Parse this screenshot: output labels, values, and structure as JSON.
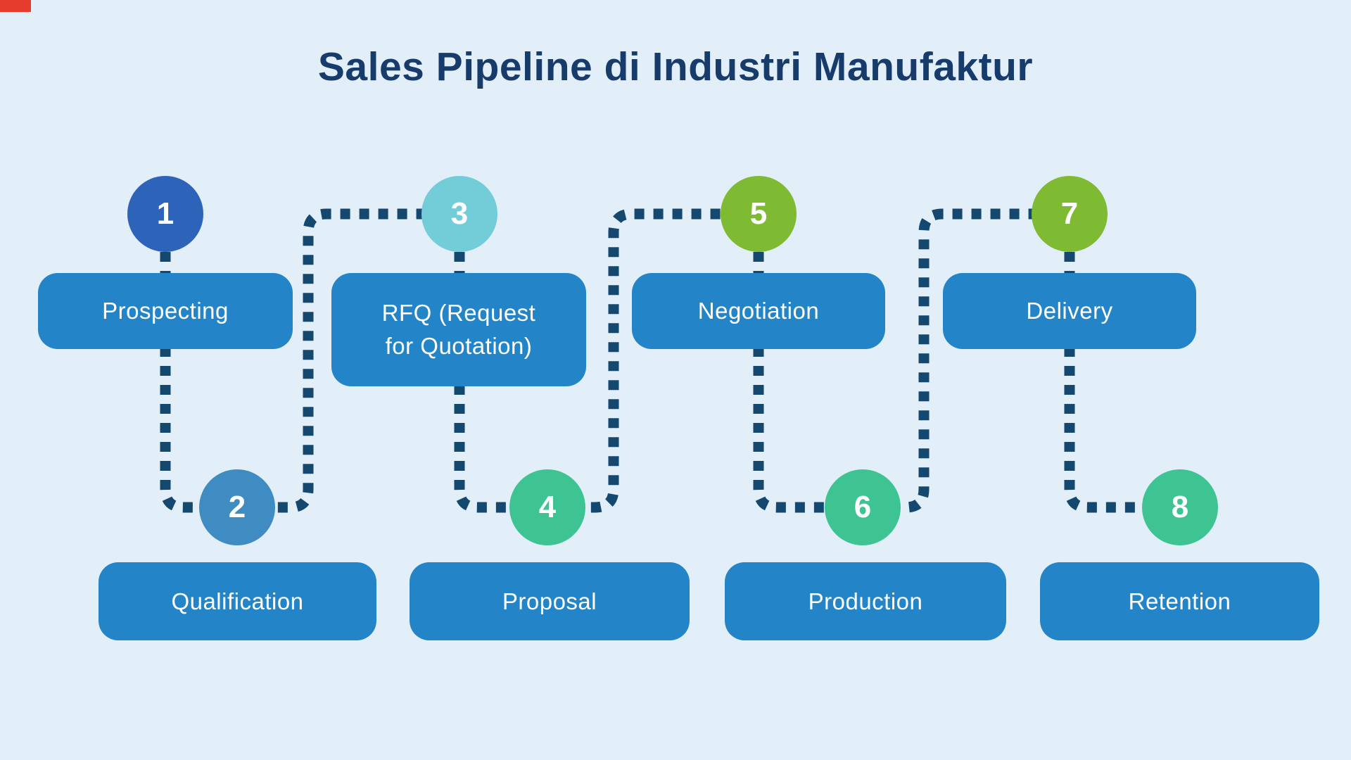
{
  "title": "Sales Pipeline di Industri Manufaktur",
  "colors": {
    "background": "#e2eef8",
    "title_navy": "#173c6c",
    "box_blue": "#2484c8",
    "line_navy": "#14486f",
    "label_white": "#ffffff",
    "corner_mark_red": "#e53c2e",
    "circle_royal_blue": "#2d63b8",
    "circle_medium_blue": "#3e8cc1",
    "circle_light_cyan": "#72cdd8",
    "circle_teal_green": "#3ec492",
    "circle_lime_green": "#7eba32"
  },
  "stages": [
    {
      "number": "1",
      "label": "Prospecting",
      "circle_color": "#2d63b8"
    },
    {
      "number": "2",
      "label": "Qualification",
      "circle_color": "#3e8cc1"
    },
    {
      "number": "3",
      "label": "RFQ (Request for Quotation)",
      "circle_color": "#72cdd8"
    },
    {
      "number": "4",
      "label": "Proposal",
      "circle_color": "#3ec492"
    },
    {
      "number": "5",
      "label": "Negotiation",
      "circle_color": "#7eba32"
    },
    {
      "number": "6",
      "label": "Production",
      "circle_color": "#3ec492"
    },
    {
      "number": "7",
      "label": "Delivery",
      "circle_color": "#7eba32"
    },
    {
      "number": "8",
      "label": "Retention",
      "circle_color": "#3ec492"
    }
  ]
}
